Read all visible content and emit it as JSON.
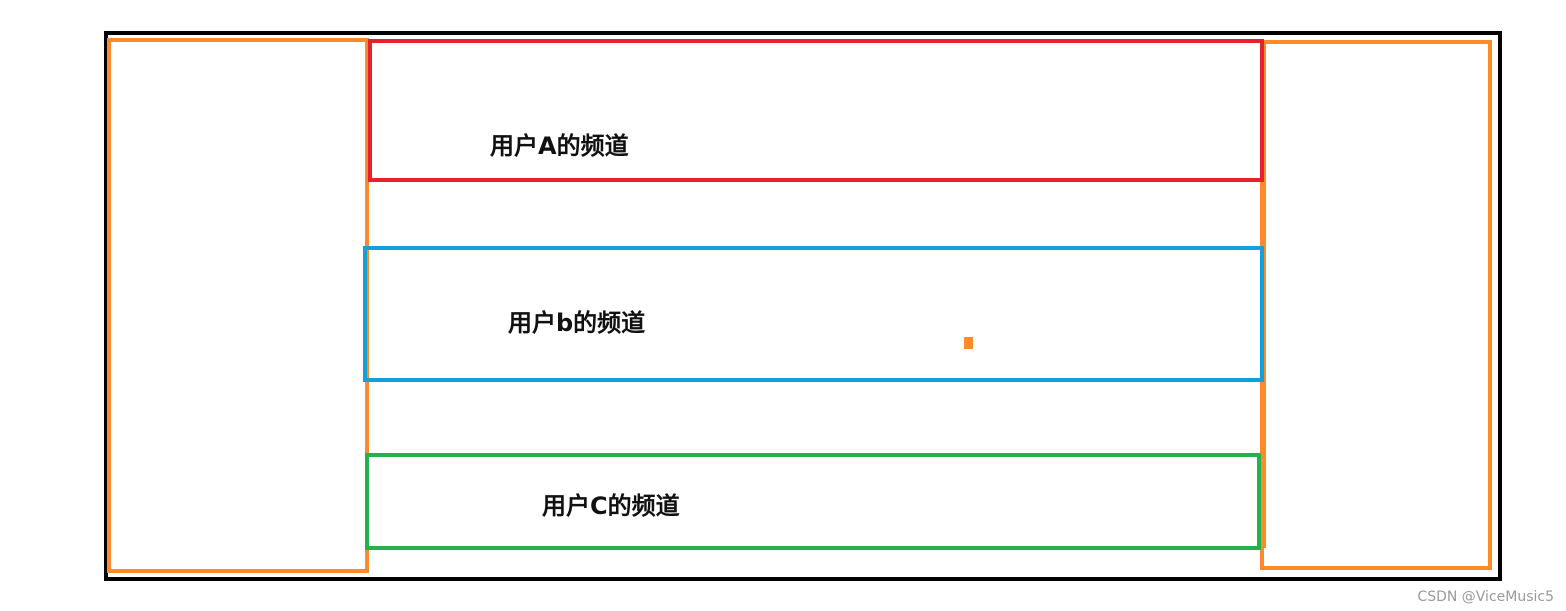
{
  "channels": [
    {
      "label": "用户A的频道",
      "border_color": "#e8202a"
    },
    {
      "label": "用户b的频道",
      "border_color": "#12a0dc"
    },
    {
      "label": "用户C的频道",
      "border_color": "#22b14c"
    }
  ],
  "colors": {
    "outer_border": "#000000",
    "side_panels": "#ff8a2a"
  },
  "watermark": "CSDN @ViceMusic5"
}
